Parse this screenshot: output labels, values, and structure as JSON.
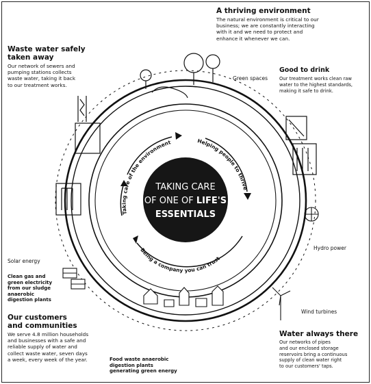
{
  "center": {
    "line1": "TAKING CARE",
    "line2": "OF ONE OF",
    "line2_bold": "LIFE'S",
    "line3": "ESSENTIALS"
  },
  "inner_arcs": {
    "left": "Taking care of the environment",
    "right": "Helping people to thrive",
    "bottom": "Being a company you can trust"
  },
  "blocks": {
    "thriving": {
      "heading": "A thriving environment",
      "lines": [
        "The natural environment is critical to our",
        "business; we are constantly interacting",
        "with it and we need to protect and",
        "enhance it whenever we can."
      ]
    },
    "waste_water": {
      "heading_lines": [
        "Waste water safely",
        "taken away"
      ],
      "lines": [
        "Our network of sewers and",
        "pumping stations collects",
        "waste water, taking it back",
        "to our treatment works."
      ]
    },
    "good_to_drink": {
      "heading": "Good to drink",
      "lines": [
        "Our treatment works clean raw",
        "water to the highest standards,",
        "making it safe to drink."
      ]
    },
    "customers": {
      "heading_lines": [
        "Our customers",
        "and communities"
      ],
      "lines": [
        "We serve 4.8 million households",
        "and businesses with a safe and",
        "reliable supply of water and",
        "collect waste water, seven days",
        "a week, every week of the year."
      ]
    },
    "water_always": {
      "heading": "Water always there",
      "lines": [
        "Our networks of pipes",
        "and our enclosed storage",
        "reservoirs bring a continuous",
        "supply of clean water right",
        "to our customers' taps."
      ]
    },
    "clean_gas": {
      "lines": [
        "Clean gas and",
        "green electricity",
        "from our sludge",
        "anaerobic",
        "digestion plants"
      ]
    },
    "food_waste": {
      "lines": [
        "Food waste anaerobic",
        "digestion plants",
        "generating green energy"
      ]
    }
  },
  "labels": {
    "green_spaces": "Green spaces",
    "hydro_power": "Hydro power",
    "solar_energy": "Solar energy",
    "wind_turbines": "Wind turbines"
  }
}
